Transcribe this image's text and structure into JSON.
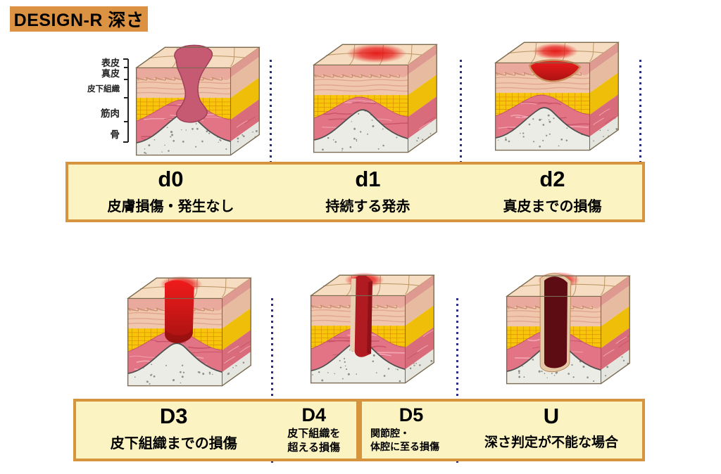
{
  "title": "DESIGN-R 深さ",
  "layer_labels": [
    "表皮",
    "真皮",
    "皮下組織",
    "筋肉",
    "骨"
  ],
  "row1": {
    "cells": [
      {
        "label": "d0",
        "desc": "皮膚損傷・発生なし"
      },
      {
        "label": "d1",
        "desc": "持続する発赤"
      },
      {
        "label": "d2",
        "desc": "真皮までの損傷"
      }
    ]
  },
  "row2_left": {
    "cells": [
      {
        "label": "D3",
        "desc": "皮下組織までの損傷"
      },
      {
        "label": "D4",
        "desc_lines": [
          "皮下組織を",
          "超える損傷"
        ]
      }
    ]
  },
  "row2_right": {
    "cells": [
      {
        "label": "D5",
        "desc_lines": [
          "関節腔・",
          "体腔に至る損傷"
        ]
      },
      {
        "label": "U",
        "desc": "深さ判定が不能な場合"
      }
    ]
  },
  "figures": [
    {
      "id": "block-d0",
      "grade": "d0",
      "wound": "intact-skin-tissue-column"
    },
    {
      "id": "block-d1",
      "grade": "d1",
      "wound": "persistent-surface-redness"
    },
    {
      "id": "block-d2",
      "grade": "d2",
      "wound": "lesion-to-dermis"
    },
    {
      "id": "block-D3",
      "grade": "D3",
      "wound": "lesion-to-subcutaneous"
    },
    {
      "id": "block-D4",
      "grade": "D4",
      "wound": "lesion-beyond-subcutaneous"
    },
    {
      "id": "block-U",
      "grade": "U",
      "wound": "depth-unassessable-cavity"
    }
  ],
  "colors": {
    "accent_orange": "#DB9243",
    "banner_fill": "#FBF3C1",
    "banner_border": "#D6943F",
    "dotted_line": "#2B2E83",
    "wound_red": "#E51414",
    "deep_wound_red": "#B01B21",
    "cavity_dark_red": "#5C0C12"
  }
}
